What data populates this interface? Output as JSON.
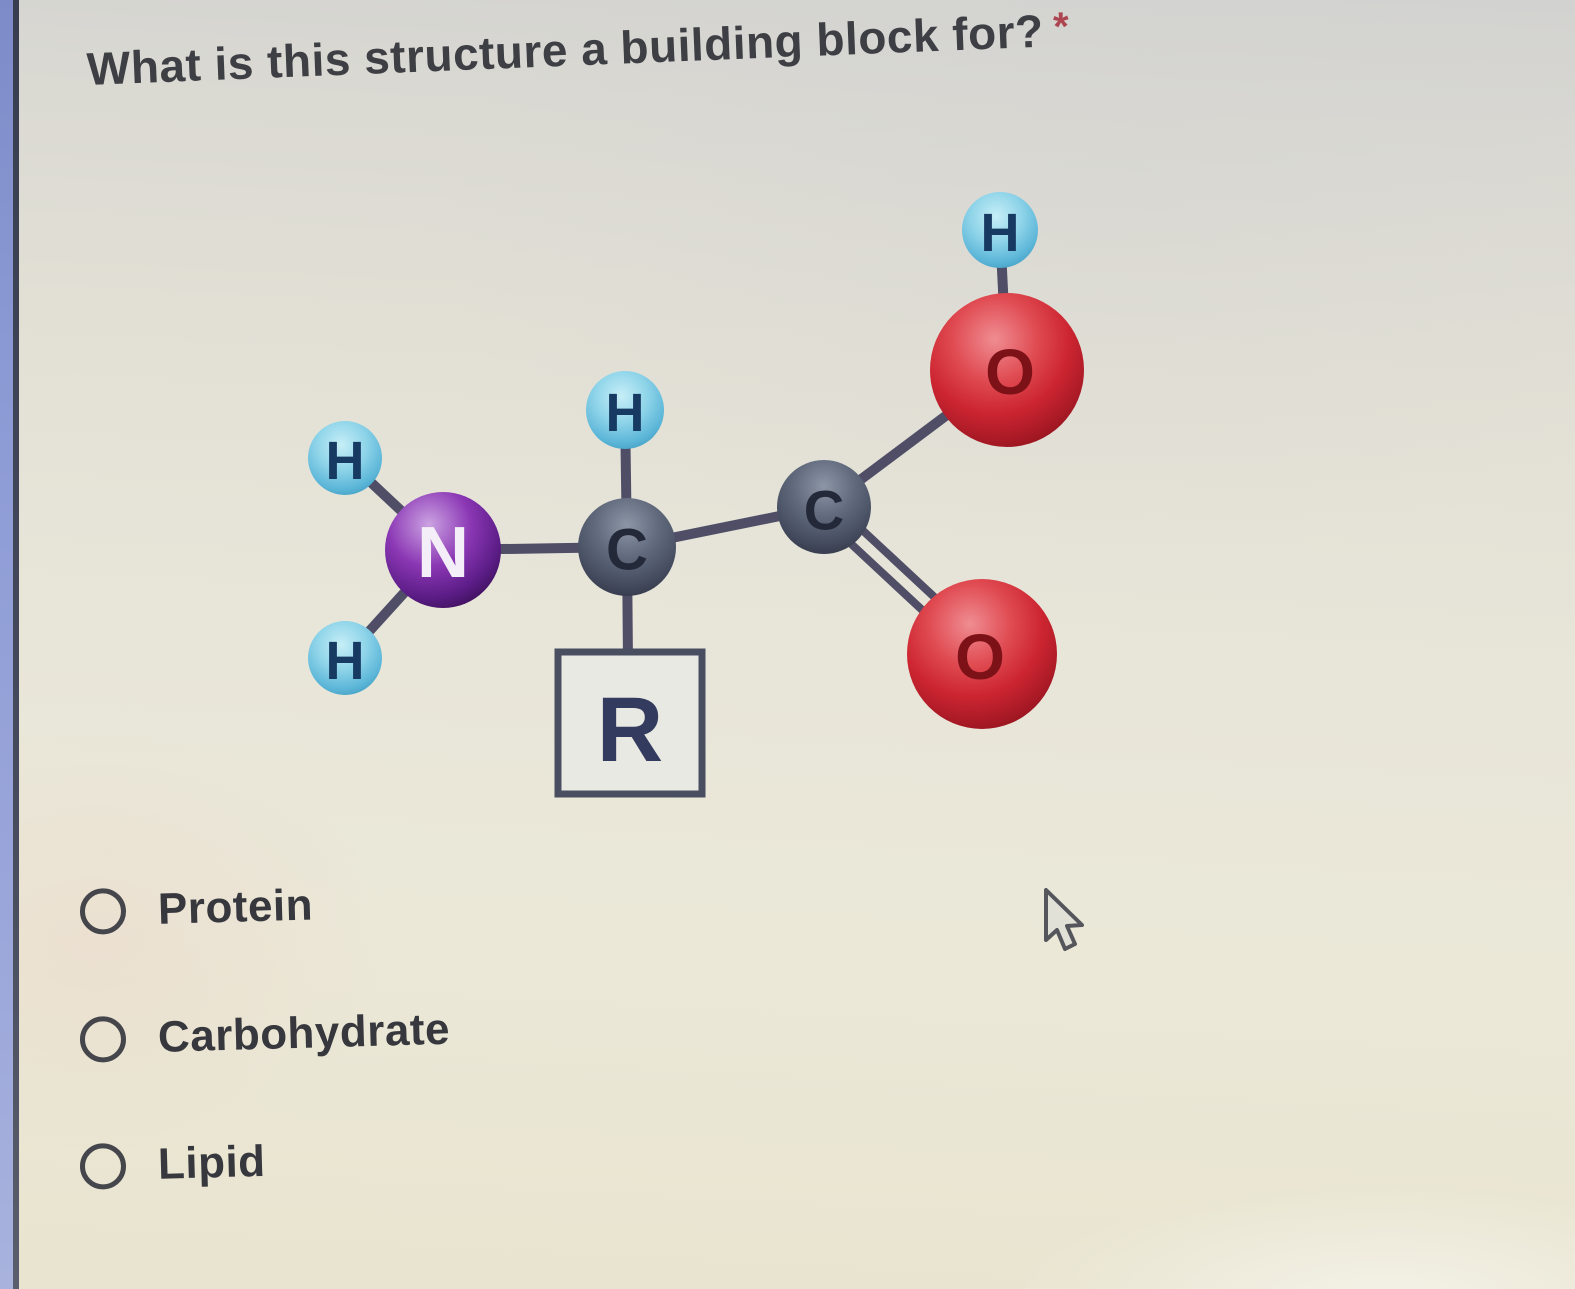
{
  "question": {
    "title": "What is this structure a building block for?",
    "required_marker": "*"
  },
  "molecule": {
    "description": "ball-and-stick diagram of a generic amino acid",
    "atoms": [
      {
        "id": "h-upper-left",
        "label": "H"
      },
      {
        "id": "h-lower-left",
        "label": "H"
      },
      {
        "id": "nitrogen",
        "label": "N"
      },
      {
        "id": "h-alpha",
        "label": "H"
      },
      {
        "id": "alpha-carbon",
        "label": "C"
      },
      {
        "id": "r-group",
        "label": "R"
      },
      {
        "id": "carboxyl-carbon",
        "label": "C"
      },
      {
        "id": "oxygen-top",
        "label": "O"
      },
      {
        "id": "h-hydroxyl",
        "label": "H"
      },
      {
        "id": "oxygen-bottom",
        "label": "O"
      }
    ],
    "bonds": [
      "H-N",
      "H-N",
      "N-C",
      "H-C",
      "C-R",
      "C-C",
      "C-O",
      "C=O",
      "O-H"
    ]
  },
  "options": [
    {
      "label": "Protein"
    },
    {
      "label": "Carbohydrate"
    },
    {
      "label": "Lipid"
    }
  ],
  "colors": {
    "hydrogen_sphere": "#79c7e3",
    "nitrogen_sphere": "#7b2fa8",
    "carbon_sphere": "#5d6578",
    "oxygen_sphere": "#d12a35",
    "bond": "#504e66",
    "required_asterisk": "#ad4650",
    "title_text": "#3e3f44",
    "left_edge_strip": "#8e9cd6"
  }
}
